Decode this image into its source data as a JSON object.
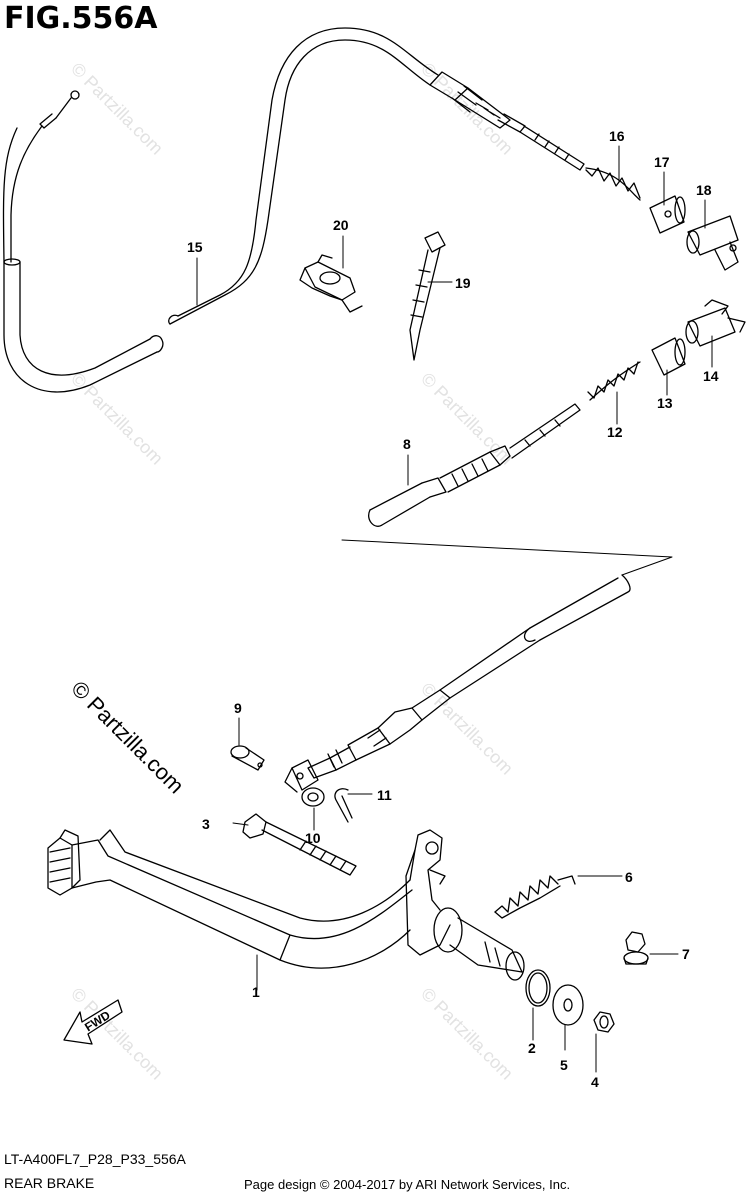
{
  "figure": {
    "title": "FIG.556A",
    "part_code": "LT-A400FL7_P28_P33_556A",
    "section": "REAR BRAKE",
    "footer": "Page design © 2004-2017 by ARI Network Services, Inc."
  },
  "watermark": {
    "text": "© Partzilla.com",
    "small_text": "© Partzilla.com"
  },
  "direction_badge": {
    "label": "FWD"
  },
  "callouts": [
    {
      "id": "c1",
      "label": "1"
    },
    {
      "id": "c2",
      "label": "2"
    },
    {
      "id": "c3",
      "label": "3"
    },
    {
      "id": "c4",
      "label": "4"
    },
    {
      "id": "c5",
      "label": "5"
    },
    {
      "id": "c6",
      "label": "6"
    },
    {
      "id": "c7",
      "label": "7"
    },
    {
      "id": "c8",
      "label": "8"
    },
    {
      "id": "c9",
      "label": "9"
    },
    {
      "id": "c10",
      "label": "10"
    },
    {
      "id": "c11",
      "label": "11"
    },
    {
      "id": "c12",
      "label": "12"
    },
    {
      "id": "c13",
      "label": "13"
    },
    {
      "id": "c14",
      "label": "14"
    },
    {
      "id": "c15",
      "label": "15"
    },
    {
      "id": "c16",
      "label": "16"
    },
    {
      "id": "c17",
      "label": "17"
    },
    {
      "id": "c18",
      "label": "18"
    },
    {
      "id": "c19",
      "label": "19"
    },
    {
      "id": "c20",
      "label": "20"
    }
  ],
  "colors": {
    "line": "#000000",
    "watermark": "#e2e2e2",
    "background": "#ffffff"
  }
}
